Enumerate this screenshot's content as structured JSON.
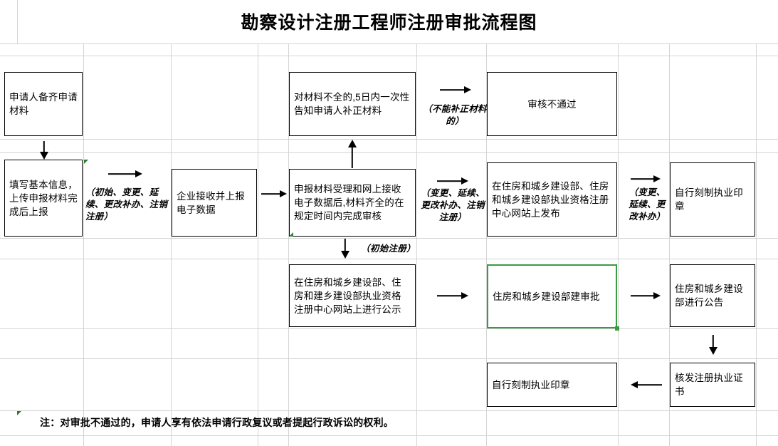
{
  "page": {
    "title": "勘察设计注册工程师注册审批流程图",
    "note": "注：对审批不通过的，申请人享有依法申请行政复议或者提起行政诉讼的权利。",
    "accent_green": "#3a9b41",
    "grid_color": "#d4d4d4",
    "box_border_color": "#000000",
    "background": "#ffffff"
  },
  "boxes": {
    "prepare_materials": "申请人备齐申请材料",
    "fill_basic_info": "填写基本信息，上传申报材料完成后上报",
    "enterprise_receive": "企业接收并上报电子数据",
    "incomplete_notice": "对材料不全的,5日内一次性告知申请人补正材料",
    "accept_and_review": "申报材料受理和网上接收电子数据后,材料齐全的在规定时间内完成审核",
    "review_failed": "审核不通过",
    "publish_website": "在住房和城乡建设部、住房和城乡建设部执业资格注册中心网站上发布",
    "self_seal_right": "自行刻制执业印章",
    "publicity_website": "在住房和城乡建设部、住房和建乡建设部执业资格注册中心网站上进行公示",
    "ministry_approval": "住房和城乡建设部建审批",
    "ministry_announce": "住房和城乡建设部进行公告",
    "self_seal_bottom": "自行刻制执业印章",
    "issue_certificate": "核发注册执业证书"
  },
  "annotations": {
    "initial_change_renew_all": "（初始、变更、延续、更改补办、注销注册）",
    "cannot_correct": "（不能补正材料的）",
    "change_renew_cancel": "（变更、延续、更改补办、注销注册）",
    "change_renew_modify": "（变更、延续、更改补办）",
    "initial_registration": "（初始注册）"
  },
  "arrows": {
    "a1": "arrow-down-prepare-to-fill",
    "a2": "arrow-right-fill-to-enterprise",
    "a3": "arrow-right-enterprise-to-review",
    "a4": "arrow-up-review-to-incomplete",
    "a5": "arrow-right-incomplete-to-failed",
    "a6": "arrow-right-review-to-publish",
    "a7": "arrow-right-publish-to-seal",
    "a8": "arrow-down-review-to-publicity",
    "a9": "arrow-right-publicity-to-approval",
    "a10": "arrow-right-approval-to-announce",
    "a11": "arrow-down-announce-to-certificate",
    "a12": "arrow-left-certificate-to-seal"
  },
  "grid": {
    "columns_x": [
      0,
      24,
      117,
      240,
      362,
      405,
      585,
      683,
      868,
      940,
      1062,
      1093
    ],
    "rows_y": [
      61,
      78,
      195,
      214,
      334,
      363,
      461,
      503,
      576,
      611,
      626
    ]
  }
}
